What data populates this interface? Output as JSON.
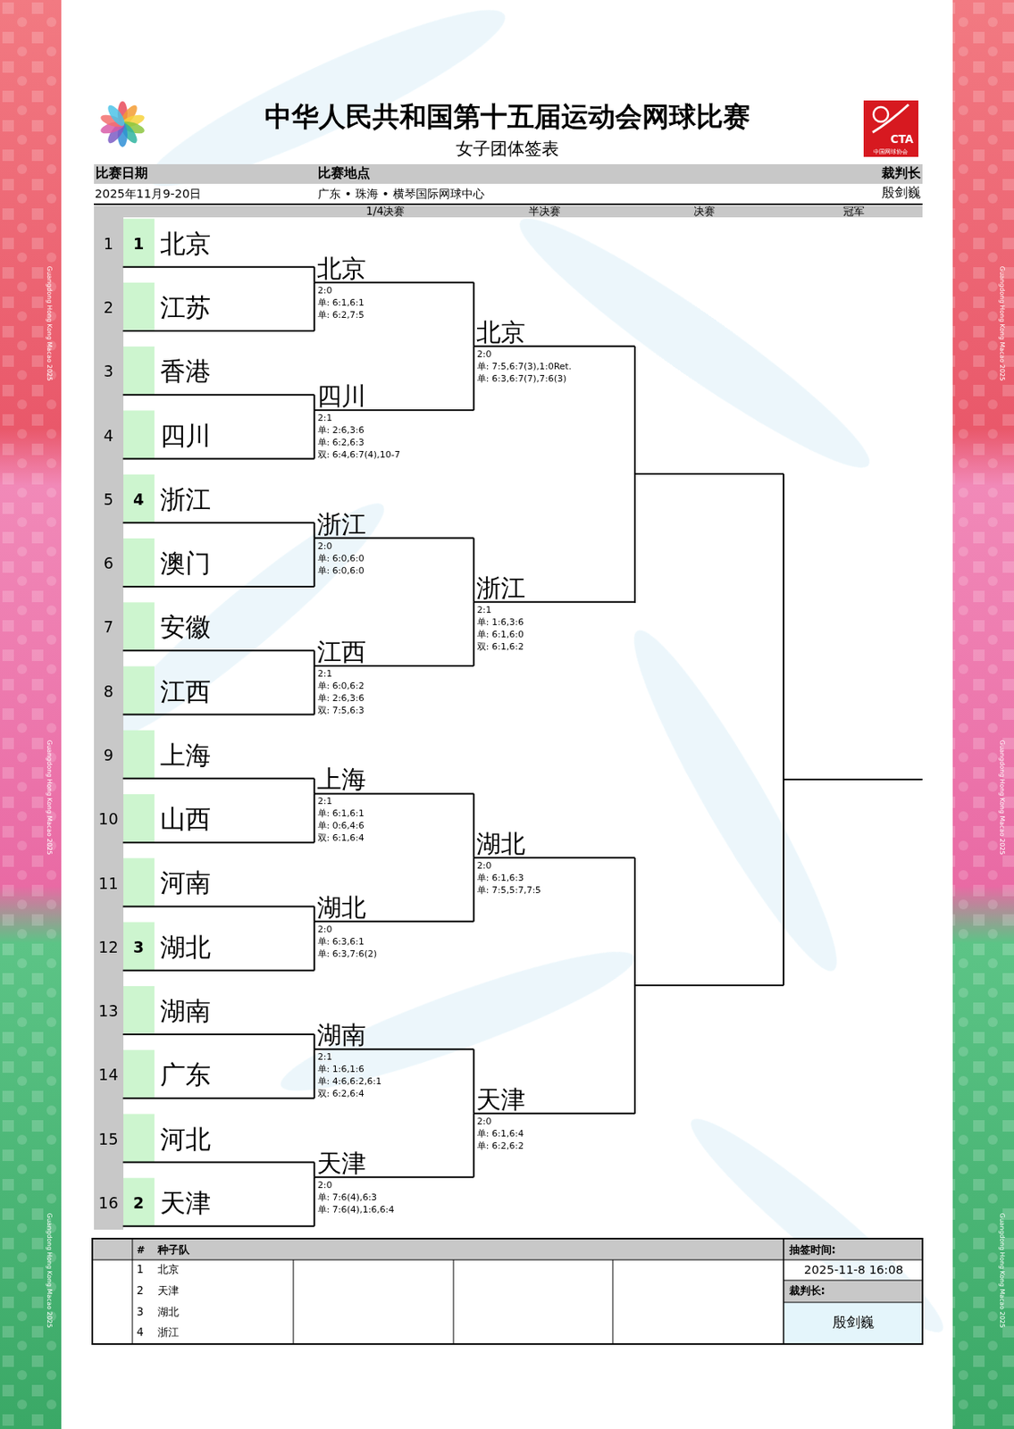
{
  "diagram": {
    "title": "中华人民共和国第十五届运动会网球比赛",
    "nodes": [
      {
        "text": [
          "北京"
        ]
      },
      {
        "text": [
          "江苏"
        ]
      },
      {
        "text": [
          "香港"
        ]
      },
      {
        "text": [
          "四川"
        ]
      },
      {
        "text": [
          "浙江"
        ]
      },
      {
        "text": [
          "澳门"
        ]
      },
      {
        "text": [
          "安徽"
        ]
      },
      {
        "text": [
          "江西"
        ]
      },
      {
        "text": [
          "上海"
        ]
      },
      {
        "text": [
          "山西"
        ]
      },
      {
        "text": [
          "河南"
        ]
      },
      {
        "text": [
          "湖北"
        ]
      },
      {
        "text": [
          "湖南"
        ]
      },
      {
        "text": [
          "广东"
        ]
      },
      {
        "text": [
          "河北"
        ]
      },
      {
        "text": [
          "天津"
        ]
      },
      {
        "text": [
          "北京",
          "2:0",
          "单: 6:1,6:1",
          "单: 6:2,7:5"
        ]
      },
      {
        "text": [
          "四川",
          "2:1",
          "单: 2:6,3:6",
          "单: 6:2,6:3",
          "双: 6:4,6:7(4),10-7"
        ]
      },
      {
        "text": [
          "浙江",
          "2:0",
          "单: 6:0,6:0",
          "单: 6:0,6:0"
        ]
      },
      {
        "text": [
          "江西",
          "2:1",
          "单: 6:0,6:2",
          "单: 2:6,3:6",
          "双: 7:5,6:3"
        ]
      },
      {
        "text": [
          "上海",
          "2:1",
          "单: 6:1,6:1",
          "单: 0:6,4:6",
          "双: 6:1,6:4"
        ]
      },
      {
        "text": [
          "湖北",
          "2:0",
          "单: 6:3,6:1",
          "单: 6:3,7:6(2)"
        ]
      },
      {
        "text": [
          "湖南",
          "2:1",
          "单: 1:6,1:6",
          "单: 4:6,6:2,6:1",
          "双: 6:2,6:4"
        ]
      },
      {
        "text": [
          "天津",
          "2:0",
          "单: 7:6(4),6:3",
          "单: 7:6(4),1:6,6:4"
        ]
      },
      {
        "text": [
          "北京",
          "2:0",
          "单: 7:5,6:7(3),1:0Ret.",
          "单: 6:3,6:7(7),7:6(3)"
        ]
      },
      {
        "text": [
          "浙江",
          "2:1",
          "单: 1:6,3:6",
          "单: 6:1,6:0",
          "双: 6:1,6:2"
        ]
      },
      {
        "text": [
          "湖北",
          "2:0",
          "单: 6:1,6:3",
          "单: 7:5,5:7,7:5"
        ]
      },
      {
        "text": [
          "天津",
          "2:0",
          "单: 6:1,6:4",
          "单: 6:2,6:2"
        ]
      }
    ],
    "edges": [
      {
        "from": 0,
        "to": 16,
        "arrow": "none"
      },
      {
        "from": 1,
        "to": 16,
        "arrow": "none"
      },
      {
        "from": 2,
        "to": 17,
        "arrow": "none"
      },
      {
        "from": 3,
        "to": 17,
        "arrow": "none"
      },
      {
        "from": 4,
        "to": 18,
        "arrow": "none"
      },
      {
        "from": 5,
        "to": 18,
        "arrow": "none"
      },
      {
        "from": 6,
        "to": 19,
        "arrow": "none"
      },
      {
        "from": 7,
        "to": 19,
        "arrow": "none"
      },
      {
        "from": 8,
        "to": 20,
        "arrow": "none"
      },
      {
        "from": 9,
        "to": 20,
        "arrow": "none"
      },
      {
        "from": 10,
        "to": 21,
        "arrow": "none"
      },
      {
        "from": 11,
        "to": 21,
        "arrow": "none"
      },
      {
        "from": 12,
        "to": 22,
        "arrow": "none"
      },
      {
        "from": 13,
        "to": 22,
        "arrow": "none"
      },
      {
        "from": 14,
        "to": 23,
        "arrow": "none"
      },
      {
        "from": 15,
        "to": 23,
        "arrow": "none"
      },
      {
        "from": 16,
        "to": 24,
        "arrow": "none"
      },
      {
        "from": 17,
        "to": 24,
        "arrow": "none"
      },
      {
        "from": 18,
        "to": 25,
        "arrow": "none"
      },
      {
        "from": 19,
        "to": 25,
        "arrow": "none"
      },
      {
        "from": 20,
        "to": 26,
        "arrow": "none"
      },
      {
        "from": 21,
        "to": 26,
        "arrow": "none"
      },
      {
        "from": 22,
        "to": 27,
        "arrow": "none"
      },
      {
        "from": 23,
        "to": 27,
        "arrow": "none"
      }
    ],
    "labels": [
      "女子团体签表",
      "比赛日期",
      "比赛地点",
      "裁判长",
      "2025年11月9-20日",
      "广东 • 珠海 • 横琴国际网球中心",
      "殷剑巍",
      "1/4决赛",
      "半决赛",
      "决赛",
      "冠军",
      "1",
      "2",
      "3",
      "4",
      "5",
      "6",
      "7",
      "8",
      "9",
      "10",
      "11",
      "12",
      "13",
      "14",
      "15",
      "16",
      "1",
      "4",
      "3",
      "2",
      "#",
      "种子队",
      "1",
      "北京",
      "2",
      "天津",
      "3",
      "湖北",
      "4",
      "浙江",
      "抽签时间:",
      "2025-11-8 16:08",
      "裁判长:",
      "殷剑巍",
      "CTA",
      "中国网球协会",
      "Guangdong Hong Kong Macao 2025",
      "Guangdong Hong Kong Macao 2025",
      "Guangdong Hong Kong Macao 2025",
      "Guangdong Hong Kong Macao 2025",
      "Guangdong Hong Kong Macao 2025",
      "Guangdong Hong Kong Macao 2025"
    ]
  }
}
